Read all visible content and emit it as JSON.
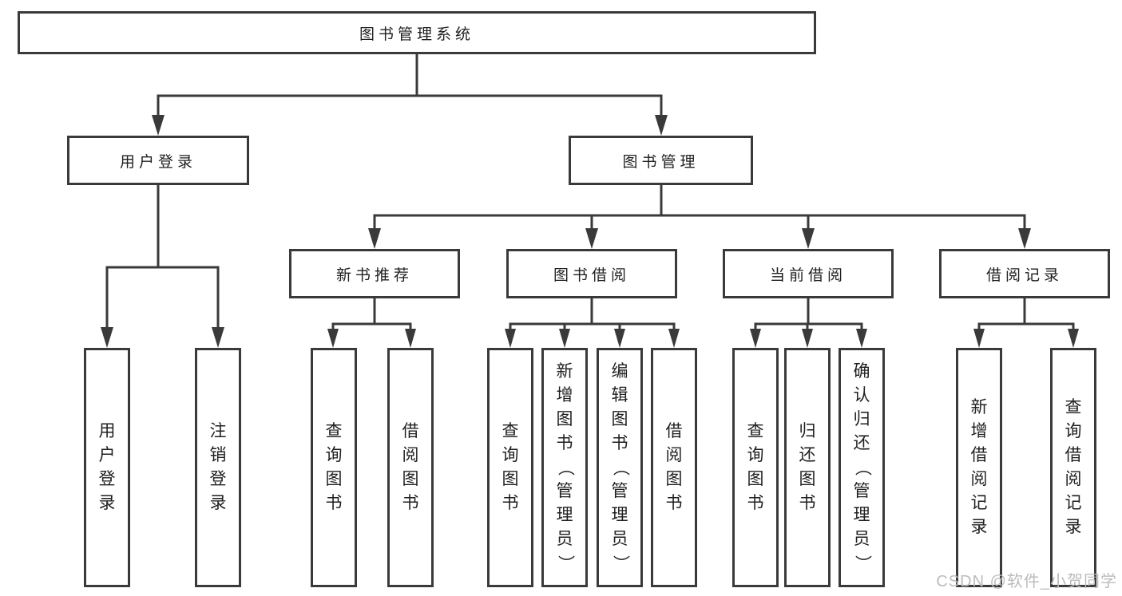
{
  "diagram": {
    "watermark": "CSDN @软件_小贺同学",
    "colors": {
      "line": "#3a3a3a",
      "text": "#1f1f1f",
      "box_bg": "#ffffff",
      "watermark": "#bcbcbc"
    },
    "nodes": {
      "root": {
        "label": "图书管理系统"
      },
      "user_login": {
        "label": "用户登录"
      },
      "book_mgmt": {
        "label": "图书管理"
      },
      "login": {
        "label": "用户登录"
      },
      "logout": {
        "label": "注销登录"
      },
      "new_book": {
        "label": "新书推荐"
      },
      "book_borrow": {
        "label": "图书借阅"
      },
      "current_borrow": {
        "label": "当前借阅"
      },
      "borrow_record": {
        "label": "借阅记录"
      },
      "new_book_query": {
        "label": "查询图书"
      },
      "new_book_borrow": {
        "label": "借阅图书"
      },
      "borrow_query": {
        "label": "查询图书"
      },
      "borrow_add": {
        "label": "新增图书（管理员）"
      },
      "borrow_edit": {
        "label": "编辑图书（管理员）"
      },
      "borrow_do": {
        "label": "借阅图书"
      },
      "current_query": {
        "label": "查询图书"
      },
      "current_return": {
        "label": "归还图书"
      },
      "current_confirm": {
        "label": "确认归还（管理员）"
      },
      "record_add": {
        "label": "新增借阅记录"
      },
      "record_query": {
        "label": "查询借阅记录"
      }
    }
  }
}
